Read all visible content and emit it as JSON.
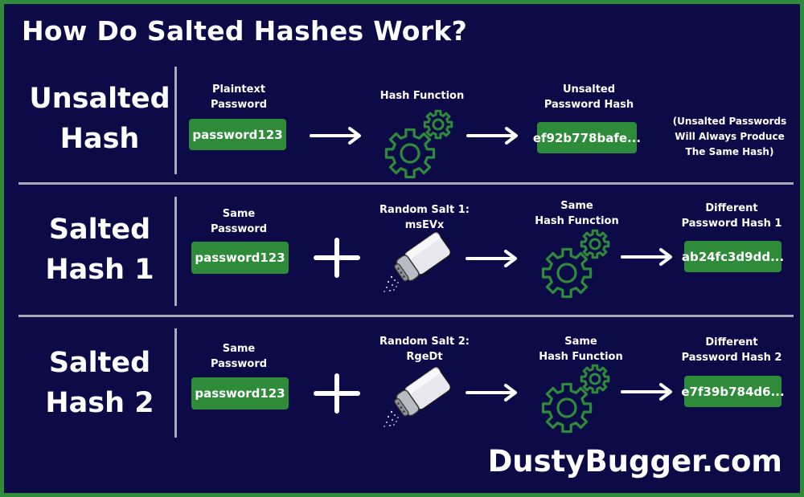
{
  "title": "How Do Salted Hashes Work?",
  "brand": "DustyBugger.com",
  "colors": {
    "background": "#0c0a47",
    "accent_green": "#2e8b3a",
    "text": "#ffffff"
  },
  "rows": [
    {
      "title_line1": "Unsalted",
      "title_line2": "Hash",
      "password_label_line1": "Plaintext",
      "password_label_line2": "Password",
      "password_value": "password123",
      "hash_function_label_line1": "Hash Function",
      "result_label_line1": "Unsalted",
      "result_label_line2": "Password Hash",
      "result_value": "ef92b778bafe...",
      "note_line1": "(Unsalted Passwords",
      "note_line2": "Will Always Produce",
      "note_line3": "The Same Hash)"
    },
    {
      "title_line1": "Salted",
      "title_line2": "Hash 1",
      "password_label_line1": "Same",
      "password_label_line2": "Password",
      "password_value": "password123",
      "salt_label_line1": "Random Salt 1:",
      "salt_label_line2": "msEVx",
      "hash_function_label_line1": "Same",
      "hash_function_label_line2": "Hash Function",
      "result_label_line1": "Different",
      "result_label_line2": "Password Hash 1",
      "result_value": "ab24fc3d9dd..."
    },
    {
      "title_line1": "Salted",
      "title_line2": "Hash 2",
      "password_label_line1": "Same",
      "password_label_line2": "Password",
      "password_value": "password123",
      "salt_label_line1": "Random Salt 2:",
      "salt_label_line2": "RgeDt",
      "hash_function_label_line1": "Same",
      "hash_function_label_line2": "Hash Function",
      "result_label_line1": "Different",
      "result_label_line2": "Password Hash 2",
      "result_value": "e7f39b784d6..."
    }
  ],
  "icons": {
    "arrow": "right-arrow-icon",
    "gear": "gears-icon",
    "plus": "plus-icon",
    "salt": "salt-shaker-icon"
  }
}
